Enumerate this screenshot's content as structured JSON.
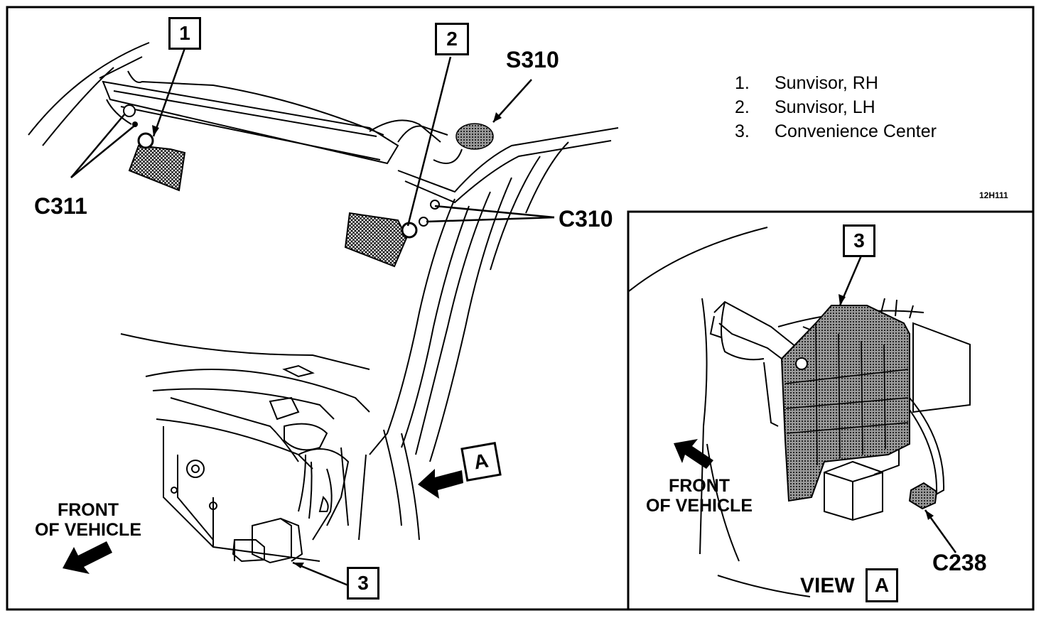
{
  "legend": [
    {
      "num": "1.",
      "text": "Sunvisor, RH"
    },
    {
      "num": "2.",
      "text": "Sunvisor, LH"
    },
    {
      "num": "3.",
      "text": "Convenience Center"
    }
  ],
  "figure_code": "12H111",
  "callouts": {
    "item1": "1",
    "item2": "2",
    "item3_main": "3",
    "item3_view": "3",
    "view_marker": "A",
    "view_box_letter": "A"
  },
  "connectors": {
    "c311": "C311",
    "c310": "C310",
    "s310": "S310",
    "c238": "C238"
  },
  "front_main": {
    "line1": "FRONT",
    "line2": "OF VEHICLE"
  },
  "front_view": {
    "line1": "FRONT",
    "line2": "OF VEHICLE"
  },
  "view_label": "VIEW"
}
